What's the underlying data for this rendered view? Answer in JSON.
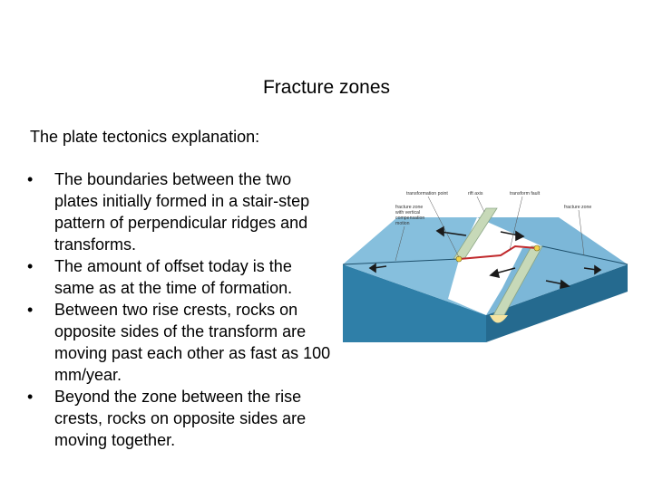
{
  "slide": {
    "title": "Fracture zones",
    "subtitle": "The plate tectonics explanation:",
    "bullets": [
      "The boundaries between  the two plates initially formed in a stair-step pattern of perpendicular ridges and transforms.",
      "The amount of offset today is the same as at the time of formation.",
      "Between two rise crests, rocks on opposite sides of the transform are moving past each other as fast as 100 mm/year.",
      "Beyond the zone between the rise crests, rocks on opposite sides are moving together."
    ],
    "bullet_glyph": "•"
  },
  "figure": {
    "labels": {
      "transformation_point": "transformation point",
      "rift_axis": "rift axis",
      "transform_fault": "transform fault",
      "fracture_zone_left_1": "fracture zone",
      "fracture_zone_left_2": "with vertical",
      "fracture_zone_left_3": "compensation",
      "fracture_zone_left_4": "motion",
      "fracture_zone_right": "fracture zone"
    },
    "colors": {
      "ocean_top": "#7fb9d9",
      "ocean_side": "#2f7fa8",
      "ridge": "#c7d9b8",
      "fault": "#c0282b",
      "magma": "#f4e3a0"
    }
  }
}
